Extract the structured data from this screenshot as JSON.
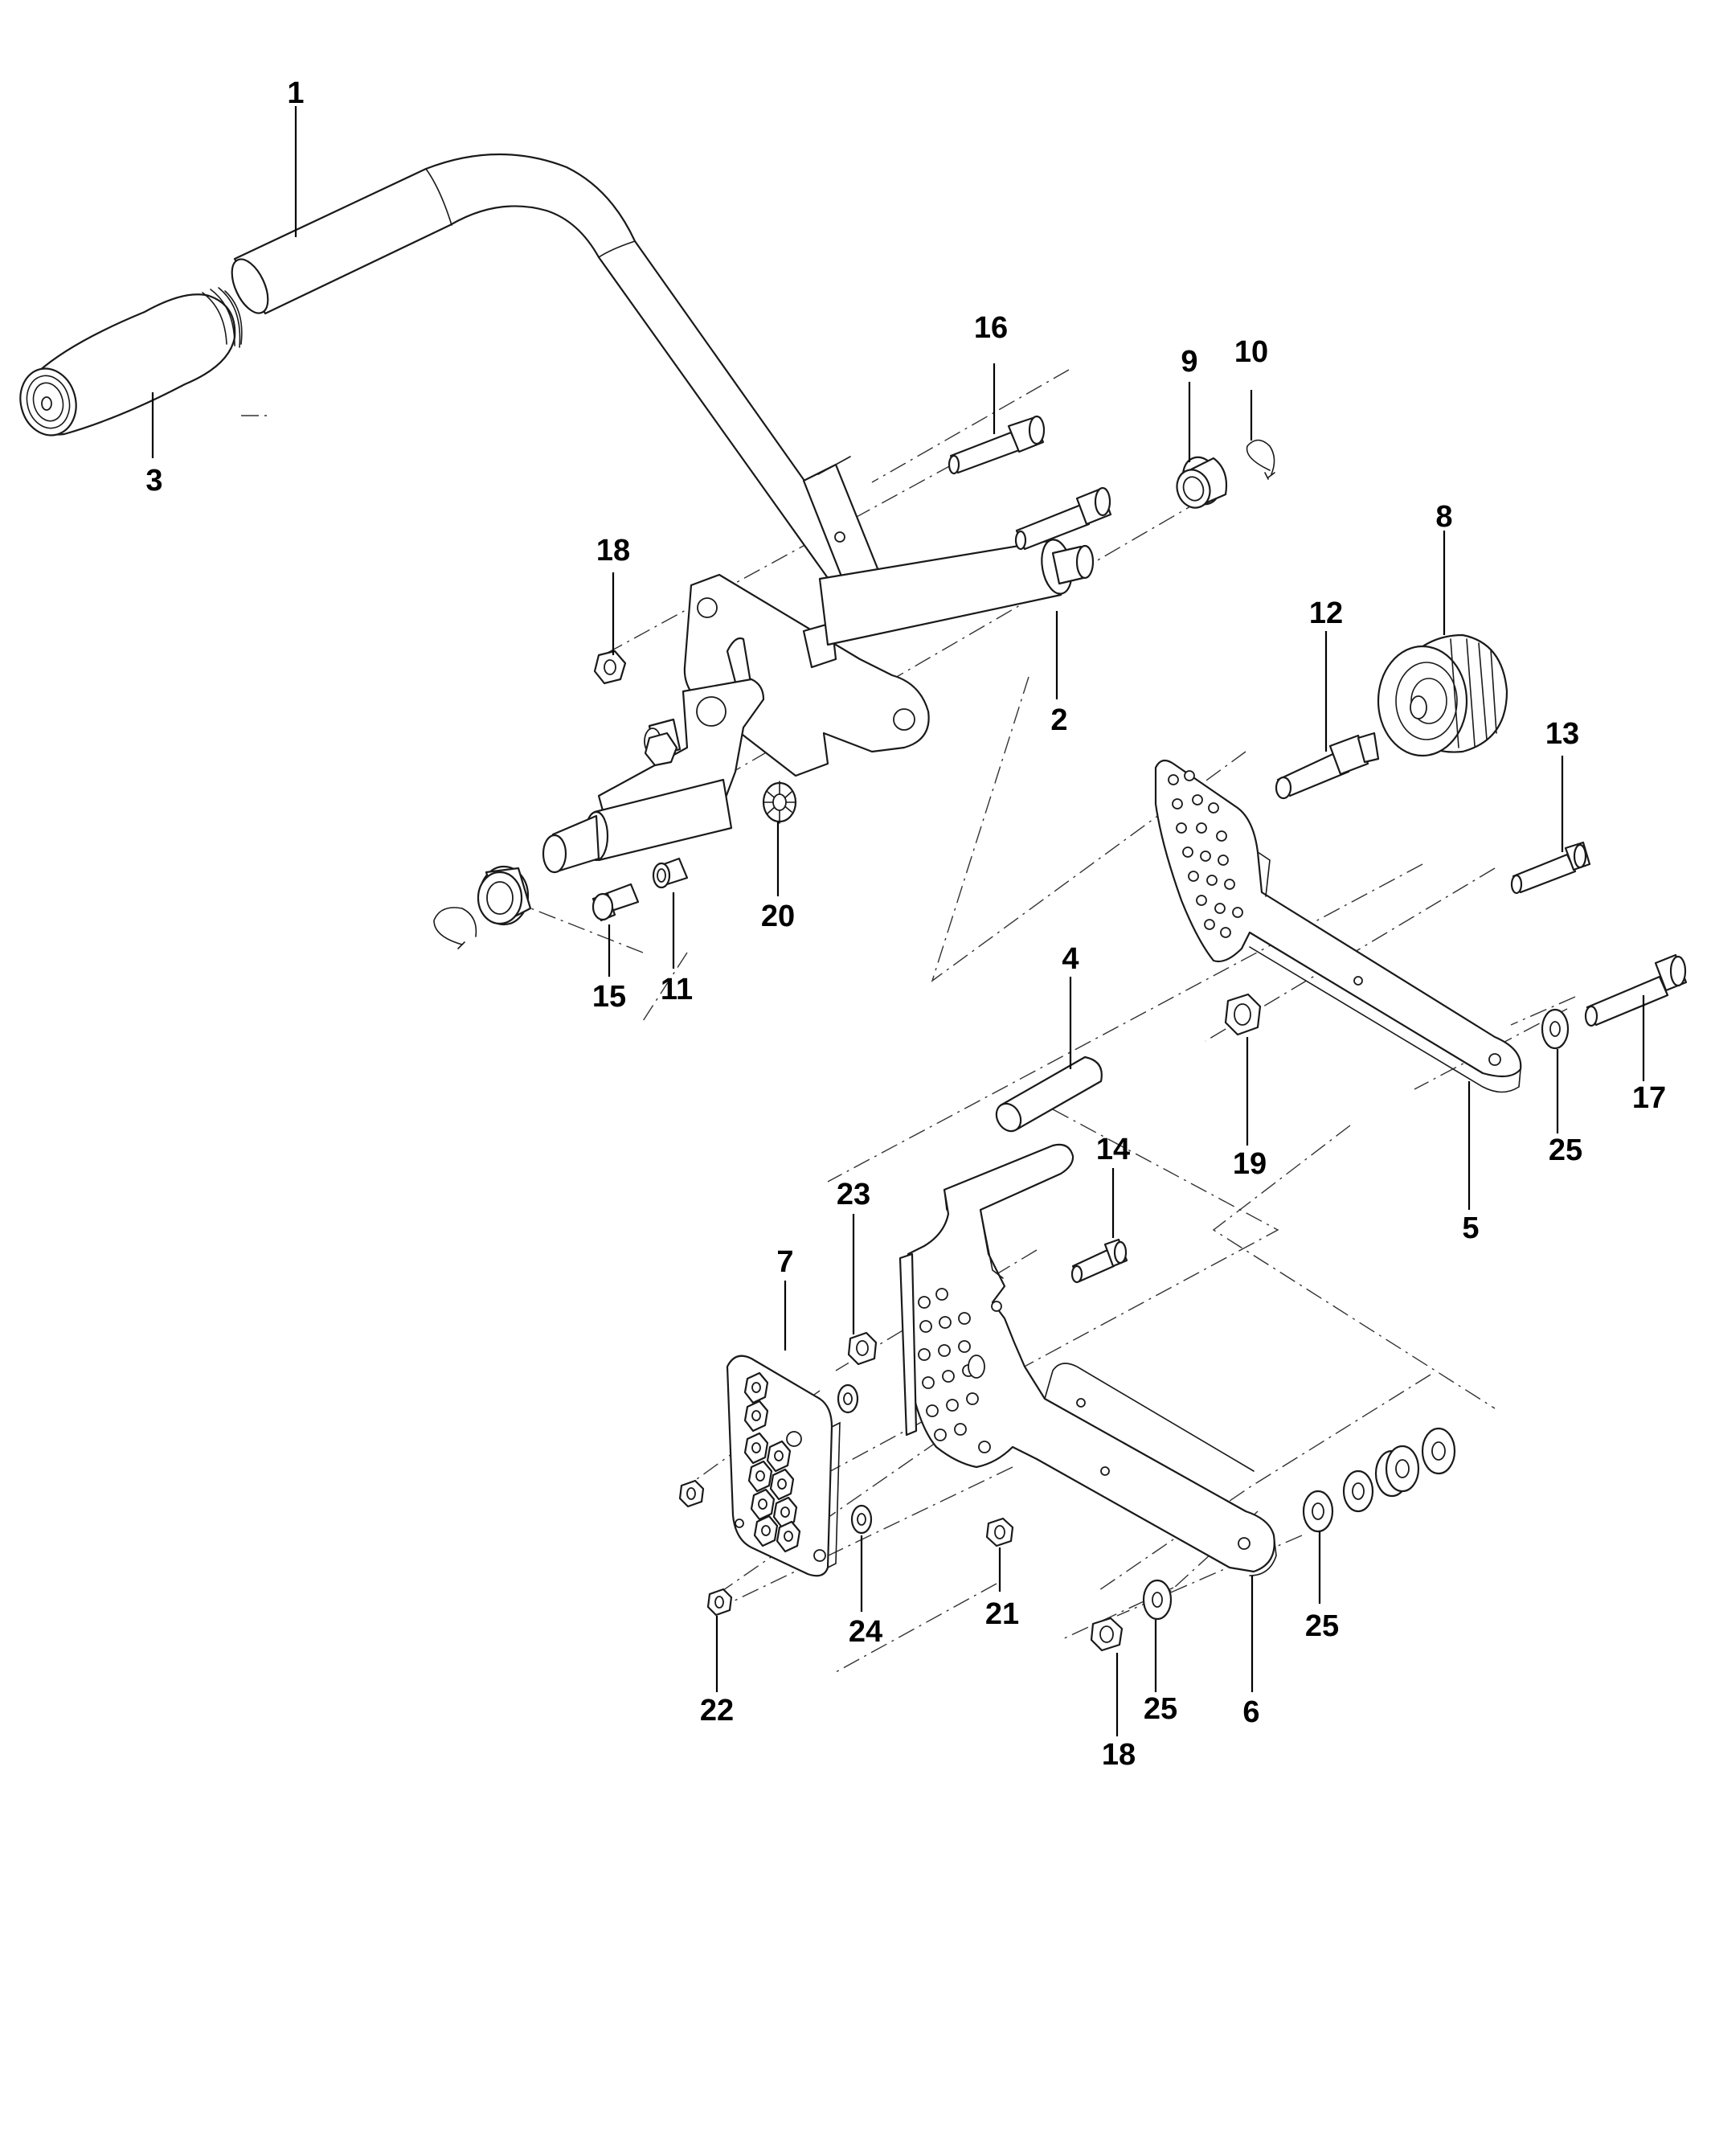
{
  "callouts": {
    "c1": "1",
    "c2": "2",
    "c3": "3",
    "c4": "4",
    "c5": "5",
    "c6": "6",
    "c7": "7",
    "c8": "8",
    "c9": "9",
    "c10": "10",
    "c11": "11",
    "c12": "12",
    "c13": "13",
    "c14": "14",
    "c15": "15",
    "c16": "16",
    "c17": "17",
    "c18a": "18",
    "c18b": "18",
    "c19": "19",
    "c20": "20",
    "c21": "21",
    "c22": "22",
    "c23": "23",
    "c24": "24",
    "c25a": "25",
    "c25b": "25",
    "c25c": "25"
  }
}
